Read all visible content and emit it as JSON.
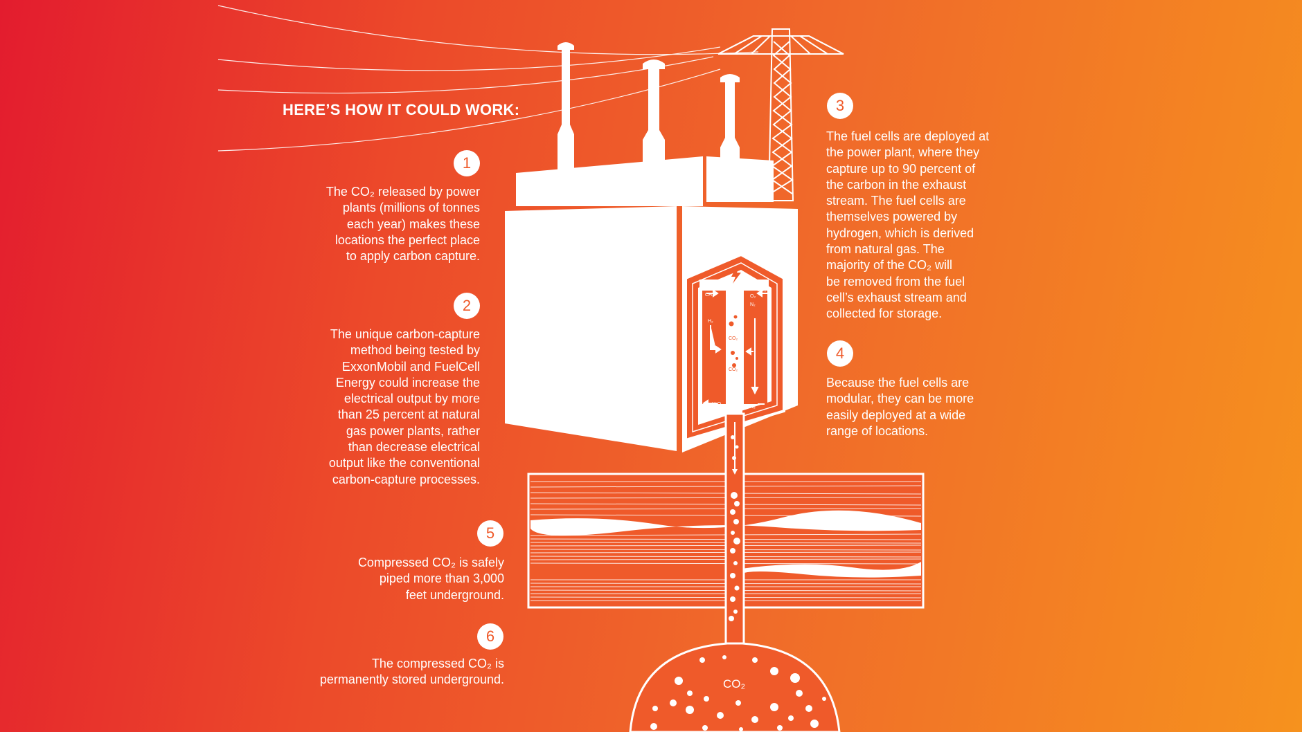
{
  "heading": "HERE’S HOW IT COULD WORK:",
  "steps": [
    {
      "number": "1",
      "text": "The CO₂ released by power\nplants (millions of tonnes\neach year) makes these\nlocations the perfect place\nto apply carbon capture."
    },
    {
      "number": "2",
      "text": "The unique carbon-capture\nmethod being tested by\nExxonMobil and FuelCell\nEnergy could increase the\nelectrical output by more\nthan 25 percent at natural\ngas power plants, rather\nthan decrease electrical\noutput like the conventional\ncarbon-capture processes."
    },
    {
      "number": "3",
      "text": "The fuel cells are deployed at\nthe power plant, where they\ncapture up to 90 percent of\nthe carbon in the exhaust\nstream. The fuel cells are\nthemselves powered by\nhydrogen, which is derived\nfrom natural gas. The\nmajority of the CO₂ will\nbe removed from the fuel\ncell’s exhaust stream and\ncollected for storage."
    },
    {
      "number": "4",
      "text": "Because the fuel cells are\nmodular, they can be more\neasily deployed at a wide\nrange of locations."
    },
    {
      "number": "5",
      "text": "Compressed CO₂ is safely\npiped more than 3,000\nfeet underground."
    },
    {
      "number": "6",
      "text": "The compressed CO₂ is\npermanently stored underground."
    }
  ],
  "diagram_labels": {
    "ch4": "CH₄",
    "h2": "H₂",
    "h2o": "H₂O",
    "co2_a": "CO₂",
    "co2_b": "CO₂",
    "co2_top": "CO₂",
    "o2": "O₂",
    "n2_top": "N₂",
    "n2_bottom": "N₂",
    "reservoir": "CO₂"
  },
  "colors": {
    "gradient_left": "#e31c2e",
    "gradient_right": "#f6921e",
    "foreground": "#ffffff",
    "accent": "#ef5a2a"
  },
  "icons": [
    "lightning-bolt-icon"
  ]
}
